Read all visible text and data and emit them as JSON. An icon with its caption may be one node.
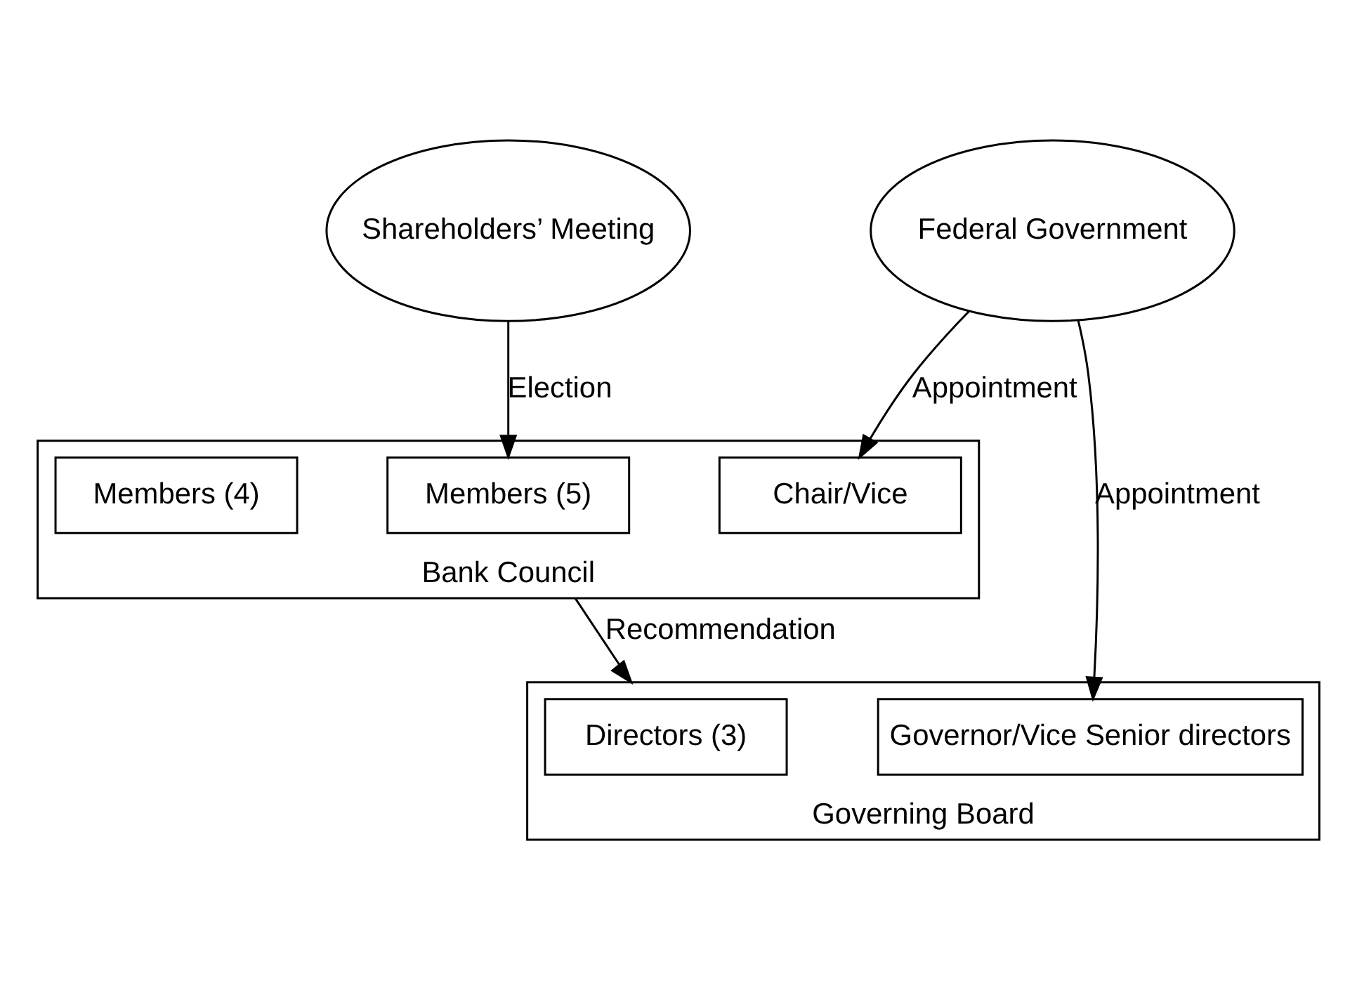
{
  "diagram": {
    "nodes": [
      {
        "text": [
          "Shareholders’ Meeting"
        ]
      },
      {
        "text": [
          "Federal Government"
        ]
      },
      {
        "text": [
          "Bank Council"
        ]
      },
      {
        "text": [
          "Members (5)"
        ],
        "in": 2
      },
      {
        "text": [
          "Chair/Vice"
        ],
        "in": 2
      },
      {
        "text": [
          "Members (4)"
        ],
        "in": 2
      },
      {
        "text": [
          "Governing Board"
        ]
      },
      {
        "text": [
          "Directors (3)"
        ],
        "in": 6
      },
      {
        "text": [
          "Governor/Vice Senior directors"
        ],
        "in": 6
      }
    ],
    "edges": [
      {
        "from": 0,
        "to": 3,
        "arrow": "to",
        "label": "Election"
      },
      {
        "from": 1,
        "to": 4,
        "arrow": "to",
        "label": "Appointment"
      },
      {
        "from": 2,
        "to": 6,
        "arrow": "to",
        "label": "Recommendation"
      },
      {
        "from": 1,
        "to": 8,
        "arrow": "to",
        "label": "Appointment"
      }
    ]
  }
}
